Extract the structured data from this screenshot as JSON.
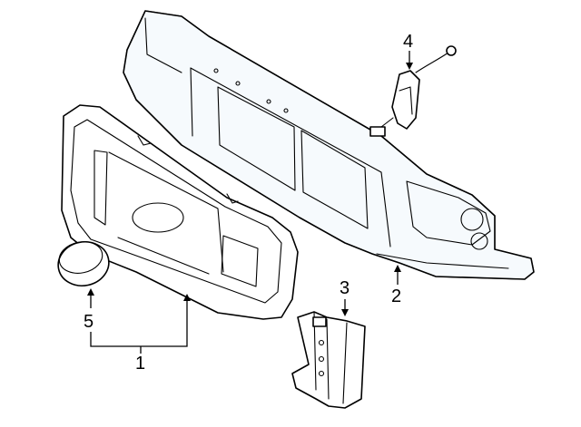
{
  "diagram": {
    "colors": {
      "line": "#000000",
      "fill": "#ffffff",
      "shade": "#eaf4fb"
    },
    "parts": [
      {
        "number": "1",
        "depicts": "grille"
      },
      {
        "number": "2",
        "depicts": "radiator-support"
      },
      {
        "number": "3",
        "depicts": "bracket"
      },
      {
        "number": "4",
        "depicts": "wire-harness"
      },
      {
        "number": "5",
        "depicts": "emblem"
      }
    ]
  }
}
